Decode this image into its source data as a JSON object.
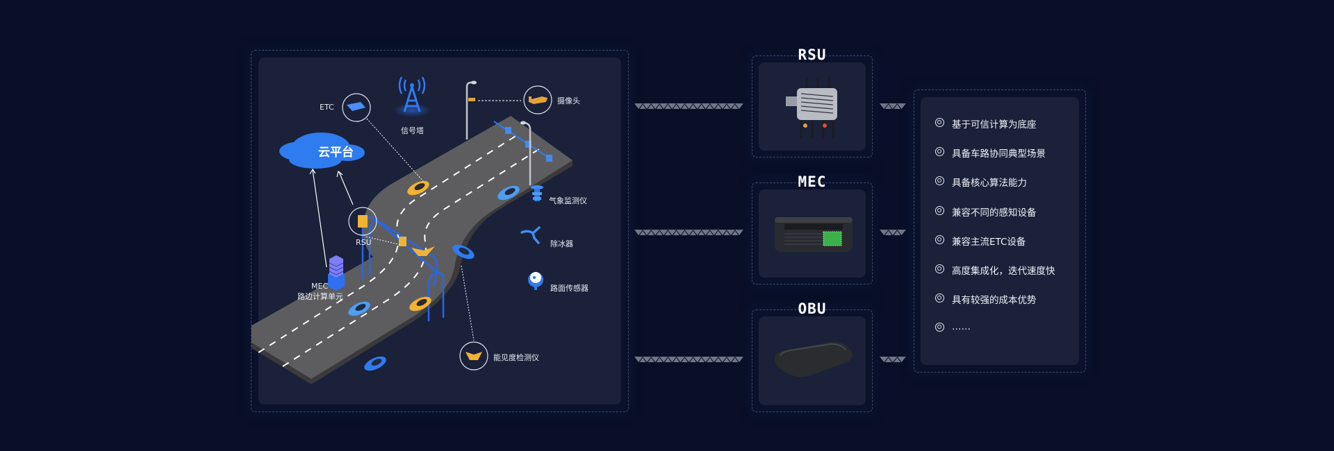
{
  "scene": {
    "cloud_label": "云平台",
    "labels": {
      "etc": "ETC",
      "signal_tower": "信号塔",
      "camera": "摄像头",
      "weather_monitor": "气象监测仪",
      "deicer": "除冰器",
      "road_sensor": "路面传感器",
      "rsu": "RSU",
      "mec_title": "MEC",
      "mec_subtitle": "路边计算单元",
      "visibility_detector": "能见度检测仪"
    }
  },
  "products": [
    {
      "title": "RSU",
      "image": "rsu-device"
    },
    {
      "title": "MEC",
      "image": "mec-device"
    },
    {
      "title": "OBU",
      "image": "obu-device"
    }
  ],
  "features": [
    "基于可信计算为底座",
    "具备车路协同典型场景",
    "具备核心算法能力",
    "兼容不同的感知设备",
    "兼容主流ETC设备",
    "高度集成化，迭代速度快",
    "具有较强的成本优势",
    "……"
  ],
  "colors": {
    "background": "#080f27",
    "panel": "#1a2139",
    "border": "#3e4a66",
    "accent_blue": "#2f7bf0",
    "accent_yellow": "#f2b233",
    "road": "#5a5a5c",
    "connector": "#6e7688"
  }
}
